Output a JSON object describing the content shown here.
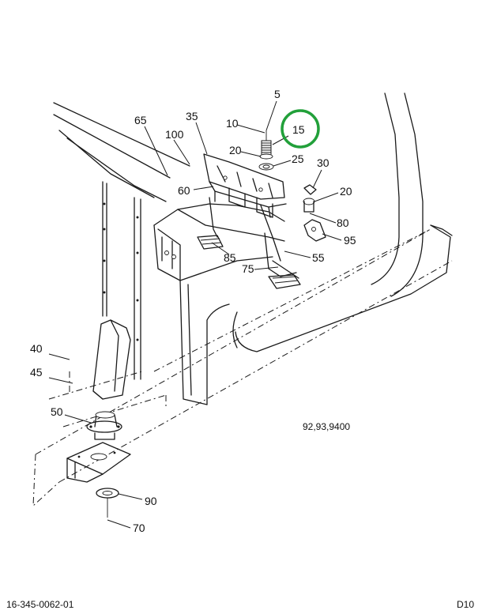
{
  "highlight_color": "#22a03a",
  "callouts": {
    "c5": "5",
    "c10": "10",
    "c15": "15",
    "c20a": "20",
    "c25": "25",
    "c30": "30",
    "c20b": "20",
    "c35": "35",
    "c65": "65",
    "c100": "100",
    "c60": "60",
    "c80": "80",
    "c95": "95",
    "c85": "85",
    "c55": "55",
    "c75": "75",
    "c40": "40",
    "c45": "45",
    "c50": "50",
    "c90": "90",
    "c70": "70"
  },
  "reference": "92,93,9400",
  "footer": {
    "drawing_number": "16-345-0062-01",
    "sheet": "D10"
  }
}
